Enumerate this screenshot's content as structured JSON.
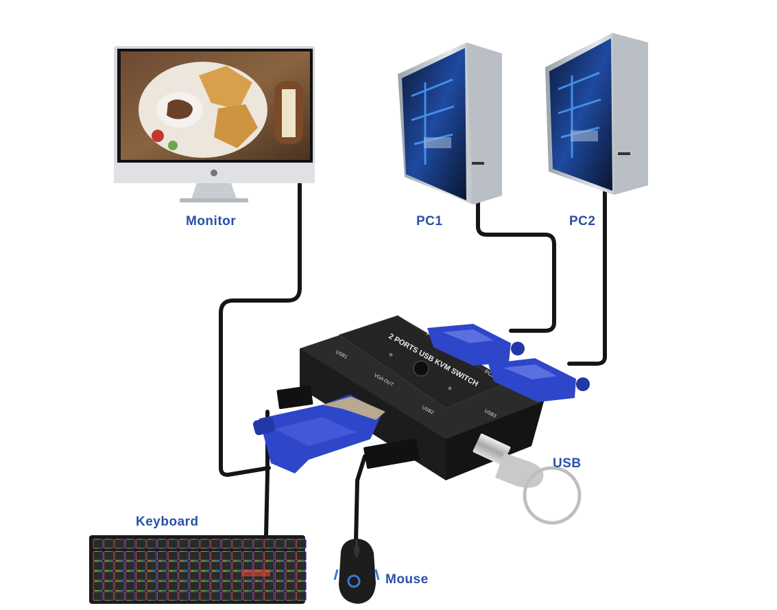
{
  "labels": {
    "monitor": "Monitor",
    "pc1": "PC1",
    "pc2": "PC2",
    "usb": "USB",
    "keyboard": "Keyboard",
    "mouse": "Mouse"
  },
  "switch_text": {
    "title": "2 PORTS USB KVM SWITCH",
    "port_pc1": "PC1",
    "port_pc2": "PC2",
    "usb1": "USB1",
    "usb2": "USB2",
    "usb3": "USB3",
    "vga_out": "VGA OUT"
  },
  "colors": {
    "label": "#2a4fa8",
    "vga_blue": "#2e46c9",
    "switch_body": "#1c1c1c",
    "cable": "#151515"
  }
}
